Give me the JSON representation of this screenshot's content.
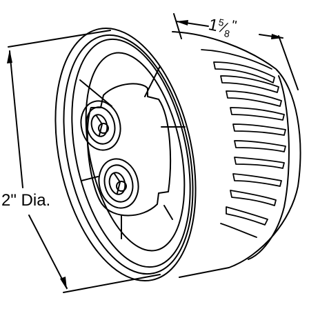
{
  "dimensions": {
    "diameter": {
      "text": "2\" Dia."
    },
    "length": {
      "whole": "1",
      "numerator": "5",
      "slash": "⁄",
      "denominator": "8",
      "unit": "\""
    }
  },
  "colors": {
    "line": "#000000",
    "background": "#ffffff"
  }
}
